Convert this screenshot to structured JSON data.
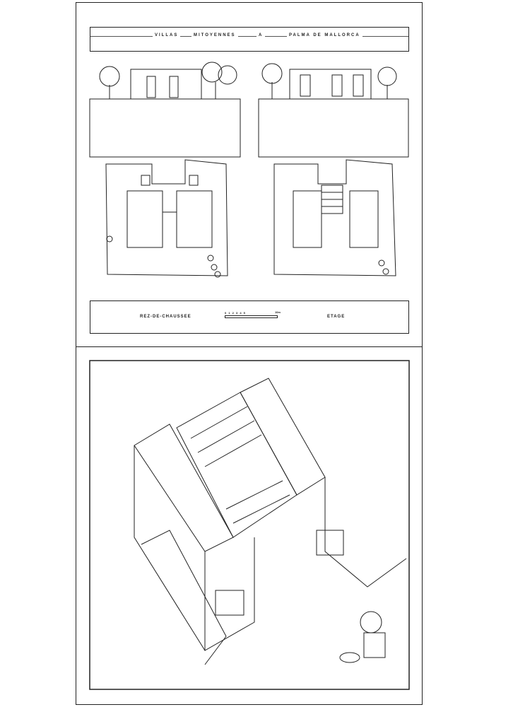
{
  "sheet": {
    "title": {
      "part1": "VILLAS",
      "part2": "MITOYENNES",
      "part3": "A",
      "part4": "PALMA DE MALLORCA"
    },
    "plan_labels": {
      "ground_floor": "REZ-DE-CHAUSSEE",
      "upper_floor": "ETAGE"
    },
    "scale_bar": {
      "ticks": "0 1 2 3 4 5",
      "end": "10m"
    }
  }
}
